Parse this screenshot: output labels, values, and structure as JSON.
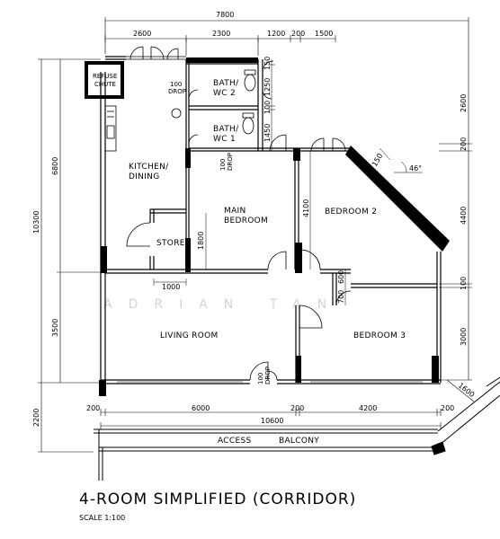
{
  "title": "4-ROOM SIMPLIFIED (CORRIDOR)",
  "scale": "SCALE 1:100",
  "watermark": "ADRIAN TAN",
  "rooms": {
    "kitchen_1": "KITCHEN/",
    "kitchen_2": "DINING",
    "main_bedroom_1": "MAIN",
    "main_bedroom_2": "BEDROOM",
    "bedroom2": "BEDROOM 2",
    "store": "STORE",
    "living": "LIVING ROOM",
    "bedroom3": "BEDROOM 3",
    "bath2_1": "BATH/",
    "bath2_2": "WC 2",
    "bath1_1": "BATH/",
    "bath1_2": "WC 1",
    "access": "ACCESS",
    "balcony": "BALCONY",
    "refuse_1": "REFUSE",
    "refuse_2": "CHUTE"
  },
  "drops": {
    "a_1": "100",
    "a_2": "DROP",
    "b_1": "100",
    "b_2": "DROP",
    "c_1": "100",
    "c_2": "DROP"
  },
  "dimensions": {
    "overall_top": "7800",
    "top_a": "2600",
    "top_b": "2300",
    "top_c": "1200",
    "top_d": "200",
    "top_e": "1500",
    "left_total": "10300",
    "left_a": "6800",
    "left_b": "3500",
    "left_c": "2200",
    "right_a": "2600",
    "right_b": "200",
    "right_c": "4400",
    "right_d": "100",
    "right_e": "3000",
    "right_f": "1600",
    "bath_a": "150",
    "bath_b": "1250",
    "bath_c": "100",
    "bath_d": "1450",
    "store_h": "1800",
    "store_w": "1000",
    "mb_h": "4100",
    "w_600": "600",
    "w_700": "700",
    "chamfer": "150",
    "angle": "46°",
    "bottom_a": "200",
    "bottom_b": "6000",
    "bottom_c": "200",
    "bottom_d": "4200",
    "bottom_e": "200",
    "bottom_total": "10600"
  }
}
